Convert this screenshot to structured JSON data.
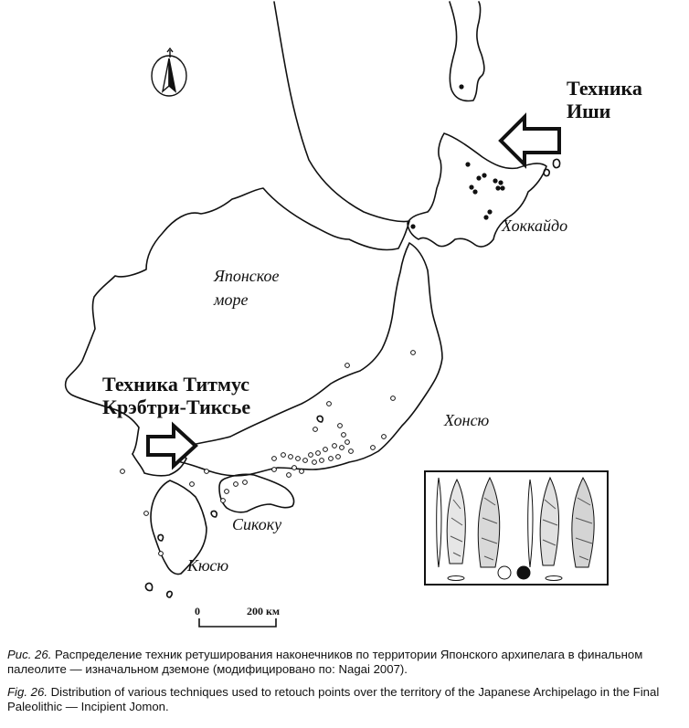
{
  "map": {
    "labels": {
      "technique_ishi": [
        "Техника",
        "Иши"
      ],
      "technique_titmus": [
        "Техника Титмус",
        "Крэбтри-Тиксье"
      ],
      "sea": [
        "Японское",
        "море"
      ],
      "hokkaido": "Хоккайдо",
      "honshu": "Хонсю",
      "shikoku": "Сикоку",
      "kyushu": "Кюсю"
    },
    "scale": {
      "start": "0",
      "end": "200 км"
    },
    "compass_icon": "north-arrow-icon",
    "legend_icons": [
      "open-circle-icon",
      "filled-circle-icon"
    ]
  },
  "caption": {
    "ru_lead": "Рис. 26.",
    "ru_text": " Распределение техник ретуширования наконечников по территории Японского архипелага в финальном палеолите — изначальном дземоне (модифицировано по: Nagai 2007).",
    "en_lead": "Fig. 26.",
    "en_text": " Distribution of various techniques used to retouch points over the territory of the Japanese Archipelago in the Final Paleolithic — Incipient Jomon."
  }
}
